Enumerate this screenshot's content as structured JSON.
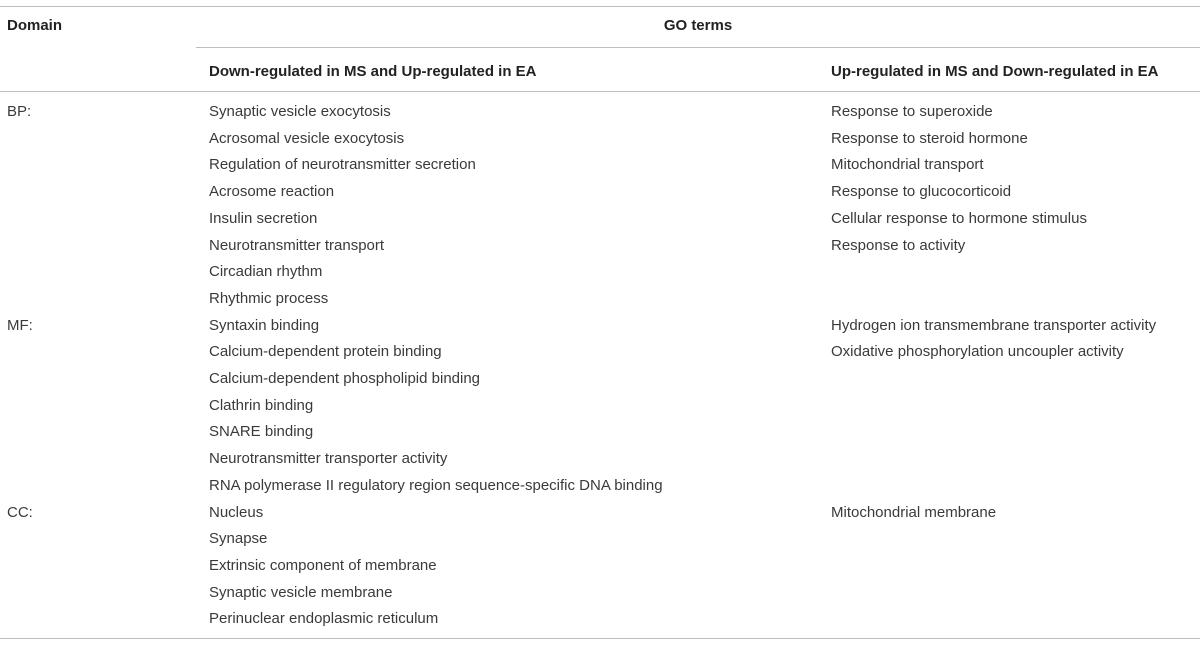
{
  "headers": {
    "domain": "Domain",
    "group": "GO terms",
    "col1": "Down-regulated in MS and Up-regulated in EA",
    "col2": "Up-regulated in MS and Down-regulated in EA"
  },
  "sections": [
    {
      "domain": "BP:",
      "down_ms_up_ea": [
        "Synaptic vesicle exocytosis",
        "Acrosomal vesicle exocytosis",
        "Regulation of neurotransmitter secretion",
        "Acrosome reaction",
        "Insulin secretion",
        "Neurotransmitter transport",
        "Circadian rhythm",
        "Rhythmic process"
      ],
      "up_ms_down_ea": [
        "Response to superoxide",
        "Response to steroid hormone",
        "Mitochondrial transport",
        "Response to glucocorticoid",
        "Cellular response to hormone stimulus",
        "Response to activity"
      ]
    },
    {
      "domain": "MF:",
      "down_ms_up_ea": [
        "Syntaxin binding",
        "Calcium-dependent protein binding",
        "Calcium-dependent phospholipid binding",
        "Clathrin binding",
        "SNARE binding",
        "Neurotransmitter transporter activity",
        "RNA polymerase II regulatory region sequence-specific DNA binding"
      ],
      "up_ms_down_ea": [
        "Hydrogen ion transmembrane transporter activity",
        "Oxidative phosphorylation uncoupler activity"
      ]
    },
    {
      "domain": "CC:",
      "down_ms_up_ea": [
        "Nucleus",
        "Synapse",
        "Extrinsic component of membrane",
        "Synaptic vesicle membrane",
        "Perinuclear endoplasmic reticulum"
      ],
      "up_ms_down_ea": [
        "Mitochondrial membrane"
      ]
    }
  ]
}
